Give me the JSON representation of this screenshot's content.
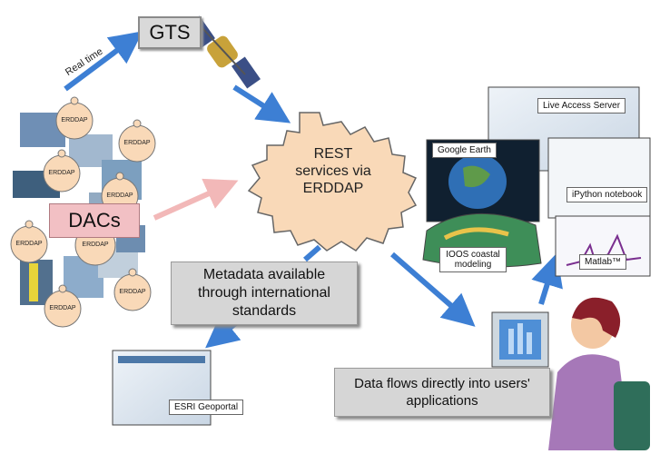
{
  "top": {
    "gts": "GTS",
    "real_time": "Real time"
  },
  "center": {
    "rest_gear": "REST\nservices via\nERDDAP"
  },
  "dacs": {
    "label": "DACs",
    "gear_label": "ERDDAP"
  },
  "metadata_box": "Metadata available through international standards",
  "data_flows_box": "Data flows directly into users' applications",
  "screens": {
    "live_access": "Live Access Server",
    "google_earth": "Google Earth",
    "ipython": "iPython notebook",
    "ioos": "IOOS coastal modeling",
    "matlab": "Matlab™",
    "esri": "ESRI Geoportal"
  },
  "colors": {
    "arrow_blue": "#3d7fd4",
    "arrow_pink": "#f2b8b8",
    "gear_fill": "#f9d9b8",
    "dacs_fill": "#f2c0c4"
  }
}
